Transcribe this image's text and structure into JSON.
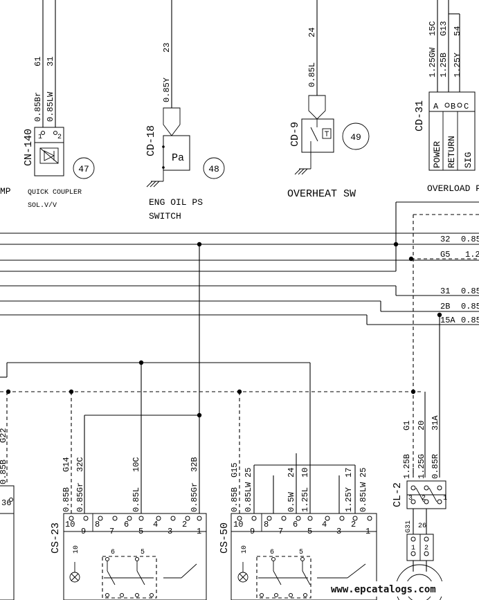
{
  "connectors": {
    "cn140": {
      "id": "CN-140",
      "pins": [
        "1",
        "2"
      ],
      "wires": [
        {
          "size": "0.85Br",
          "num": "61"
        },
        {
          "size": "0.85LW",
          "num": "31"
        }
      ],
      "item": "47",
      "label_lines": [
        "QUICK COUPLER",
        "SOL.V/V"
      ]
    },
    "cd18": {
      "id": "CD-18",
      "symbol": "Pa",
      "wire": {
        "size": "0.85Y",
        "num": "23"
      },
      "item": "48",
      "label_lines": [
        "ENG OIL PS",
        "SWITCH"
      ]
    },
    "cd9": {
      "id": "CD-9",
      "wire": {
        "size": "0.85L",
        "num": "24"
      },
      "item": "49",
      "label": "OVERHEAT SW"
    },
    "cd31": {
      "id": "CD-31",
      "pins": [
        "A",
        "B",
        "C"
      ],
      "pin_names": [
        "POWER",
        "RETURN",
        "SIG"
      ],
      "wires": [
        {
          "size": "1.25GW",
          "num": "15C"
        },
        {
          "size": "1.25B",
          "num": "G13"
        },
        {
          "size": "1.25Y",
          "num": "54"
        }
      ],
      "label": "OVERLOAD P"
    },
    "cl2": {
      "id": "CL-2",
      "pins": [
        "3",
        "2",
        "1"
      ],
      "wires": [
        {
          "size": "1.25B",
          "num": "G1"
        },
        {
          "size": "1.25G",
          "num": "20"
        },
        {
          "size": "0.85R",
          "num": "31A"
        }
      ]
    },
    "g31": {
      "id": "G31",
      "num": "26",
      "pins": [
        "1",
        "2"
      ]
    },
    "cs23": {
      "id": "CS-23",
      "pins": [
        "10",
        "9",
        "8",
        "7",
        "6",
        "5",
        "4",
        "3",
        "2",
        "1"
      ],
      "wires": [
        {
          "size": "0.85B",
          "num": "G14"
        },
        {
          "size": "0.85Gr",
          "num": "32C"
        },
        {
          "size": "0.85L",
          "num": "10C"
        },
        {
          "size": "0.85Gr",
          "num": "32B"
        }
      ],
      "switch_pins": [
        "10",
        "6",
        "5"
      ]
    },
    "cs50": {
      "id": "CS-50",
      "pins": [
        "10",
        "9",
        "8",
        "7",
        "6",
        "5",
        "4",
        "3",
        "2",
        "1"
      ],
      "wires": [
        {
          "size": "0.85B",
          "num": "G15"
        },
        {
          "size": "0.85LW",
          "num": "25"
        },
        {
          "size": "0.5W",
          "num": "24"
        },
        {
          "size": "1.25L",
          "num": "10"
        },
        {
          "size": "1.25Y",
          "num": "17"
        },
        {
          "size": "0.85LW",
          "num": "25"
        }
      ],
      "switch_pins": [
        "10",
        "6",
        "5"
      ]
    },
    "left_fragment": {
      "wire_size": "0.85B",
      "wire_num": "G22",
      "pin": "36"
    }
  },
  "fragments": {
    "left_label": "MP"
  },
  "right_wire_labels": [
    {
      "num": "32",
      "size": "0.85"
    },
    {
      "num": "G5",
      "size": "1.2"
    },
    {
      "num": "31",
      "size": "0.85"
    },
    {
      "num": "2B",
      "size": "0.85"
    },
    {
      "num": "15A",
      "size": "0.85"
    }
  ],
  "watermark": "www.epcatalogs.com"
}
